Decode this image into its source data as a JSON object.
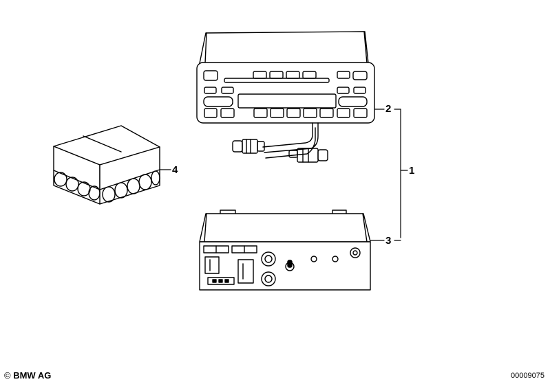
{
  "callouts": {
    "radio": "2",
    "bracket": "1",
    "amplifier": "3",
    "box": "4"
  },
  "footer": {
    "copyright_symbol": "©",
    "brand": "BMW AG",
    "diagram_number": "00009075"
  }
}
